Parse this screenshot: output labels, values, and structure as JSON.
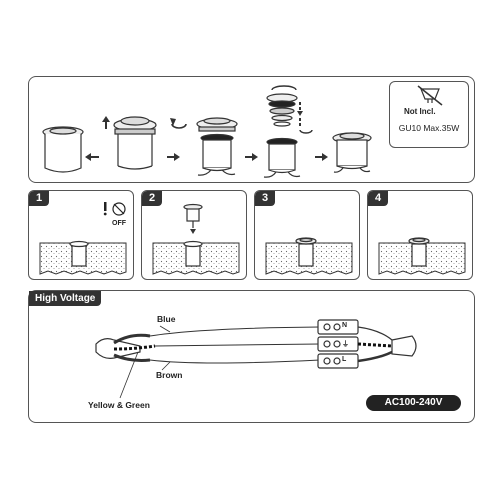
{
  "not_included": {
    "label": "Not Incl.",
    "spec": "GU10 Max.35W",
    "icon": "gu10-bulb-crossed-icon"
  },
  "steps": [
    {
      "number": "1",
      "label_off": "OFF"
    },
    {
      "number": "2"
    },
    {
      "number": "3"
    },
    {
      "number": "4"
    }
  ],
  "high_voltage": {
    "title": "High Voltage",
    "wires": {
      "blue": "Blue",
      "brown": "Brown",
      "ground": "Yellow & Green"
    },
    "terminals": [
      "N",
      "⏚",
      "L"
    ],
    "voltage": "AC100-240V"
  }
}
